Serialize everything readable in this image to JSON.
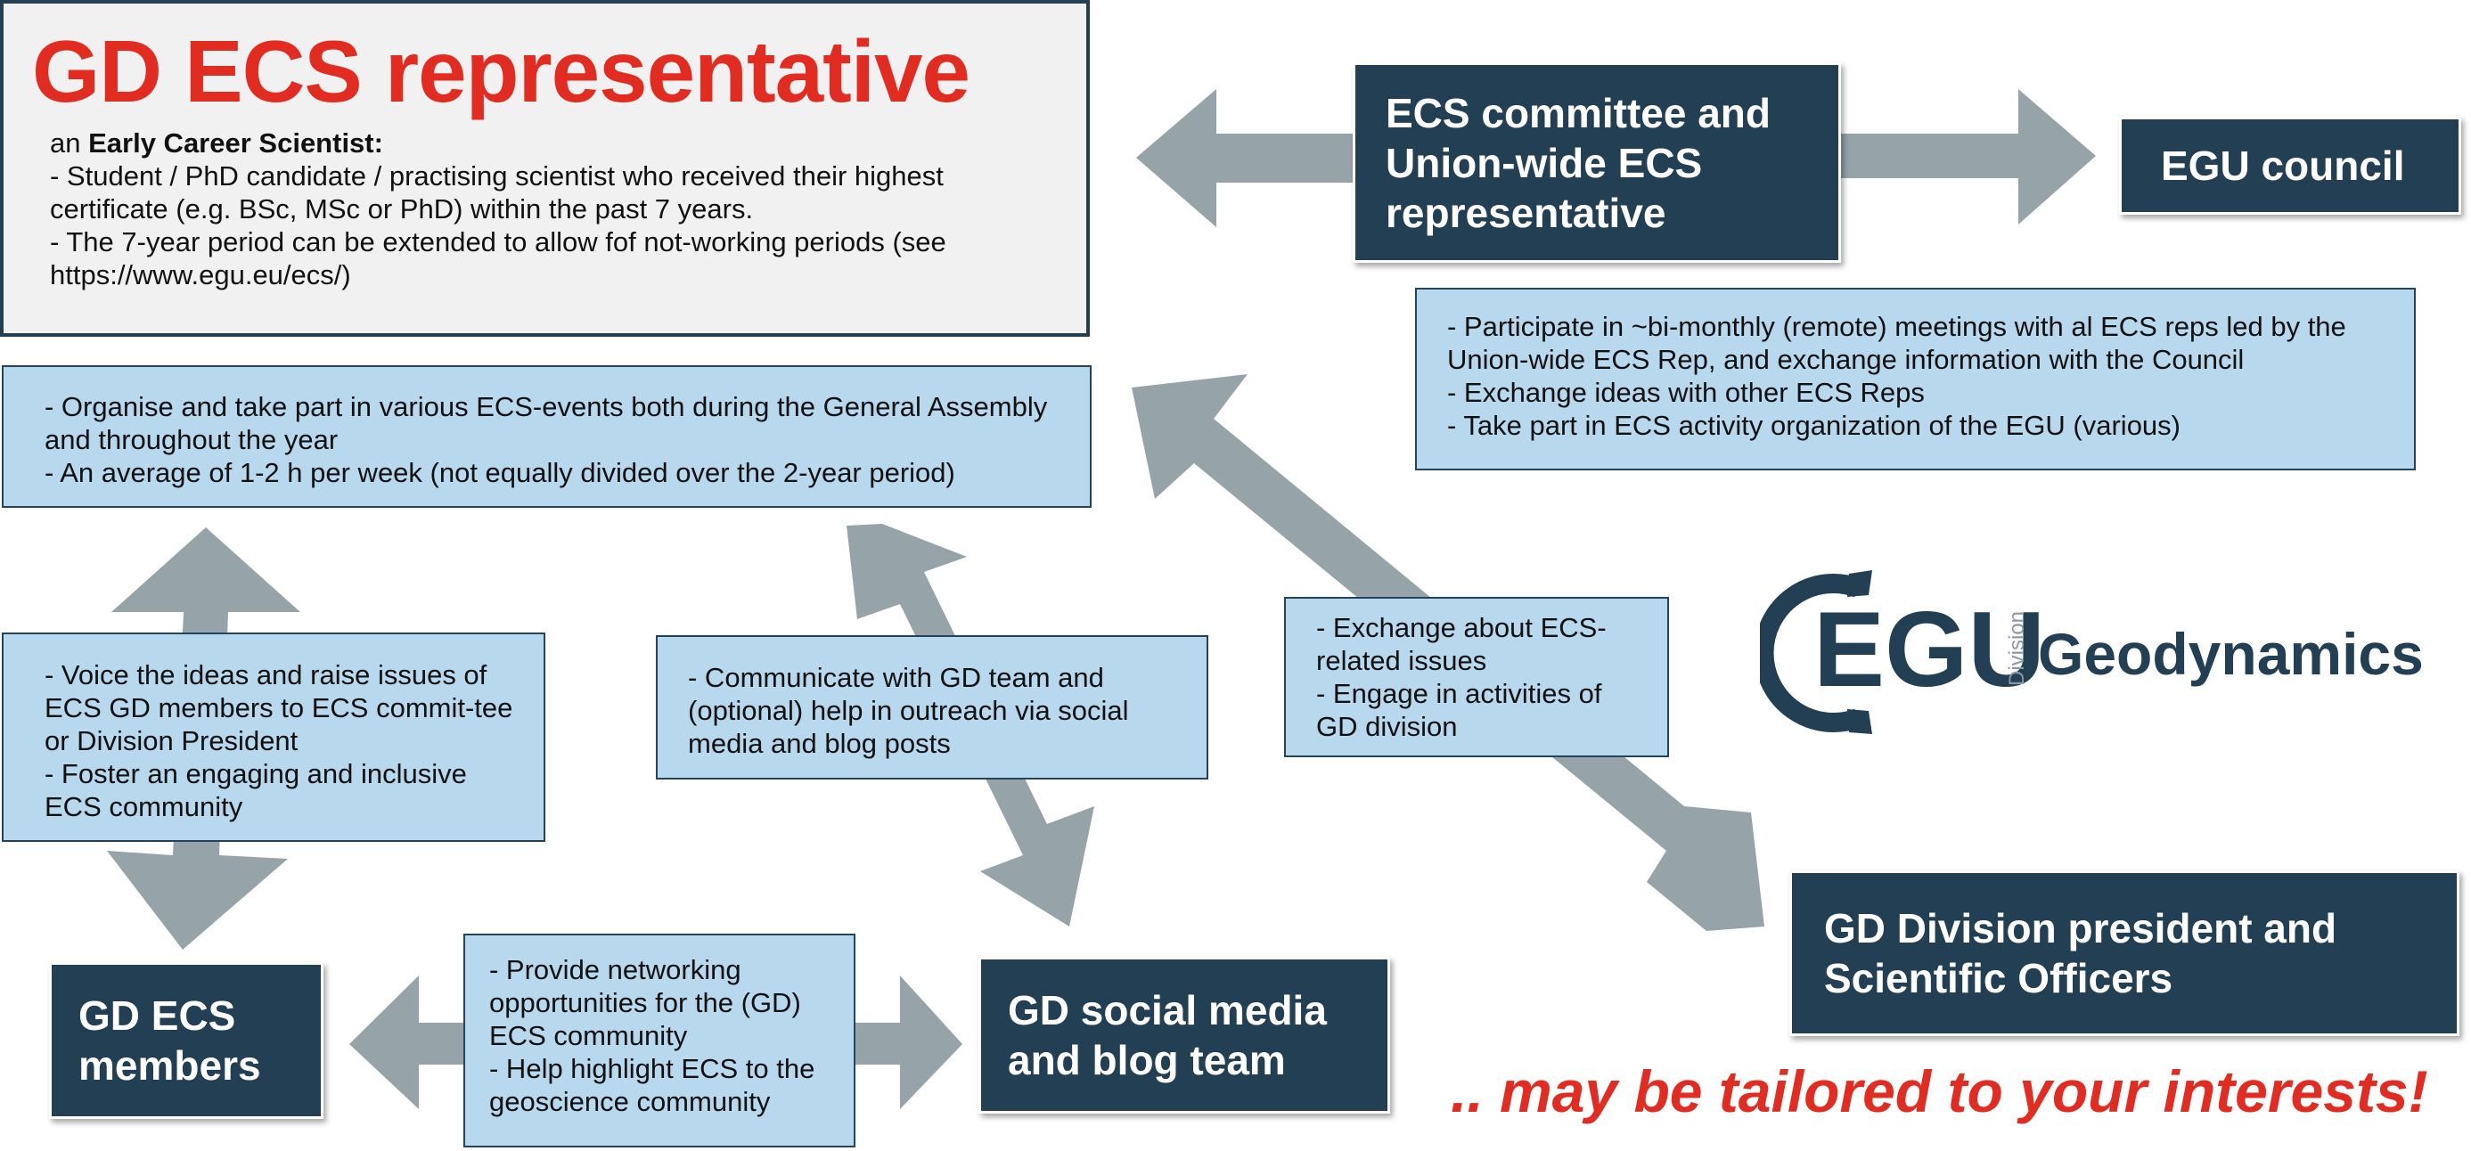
{
  "title": {
    "heading": "GD ECS representative",
    "definition_prefix": "an ",
    "definition_bold": "Early Career Scientist:",
    "bullets": [
      "- Student / PhD candidate / practising scientist who received their highest certificate (e.g. BSc, MSc or PhD) within the past 7 years.",
      "- The 7-year period can be extended to allow fof not-working periods (see https://www.egu.eu/ecs/)"
    ]
  },
  "nodes": {
    "ecs_committee": "ECS committee and\nUnion-wide ECS\nrepresentative",
    "egu_council": "EGU council",
    "gd_ecs_members": "GD ECS\nmembers",
    "social_media": "GD social media\nand blog team",
    "division_president": "GD Division president and\nScientific Officers"
  },
  "info": {
    "council_tasks": "- Participate in ~bi-monthly (remote) meetings with al ECS reps led by the Union-wide ECS Rep, and exchange information with the Council\n- Exchange ideas with other ECS Reps\n- Take part in ECS activity organization of the EGU (various)",
    "events": "- Organise and take part in various ECS-events both during the General Assembly and throughout the year\n- An average of 1-2 h per week (not equally divided over the 2-year period)",
    "voice": "- Voice the ideas and raise issues of ECS GD members to ECS commit-tee or Division President\n- Foster an engaging and inclusive ECS community",
    "communicate": "- Communicate with GD team and (optional) help in outreach via social media and blog posts",
    "exchange": "- Exchange about ECS-related issues\n- Engage in activities of GD division",
    "networking": "- Provide networking opportunities for the (GD) ECS community\n- Help highlight ECS to the geoscience community"
  },
  "logo": {
    "letters": "EGU",
    "side": "Division",
    "name": "Geodynamics"
  },
  "tagline": ".. may be tailored to your interests!",
  "colors": {
    "accent_red": "#e22b21",
    "dark_navy": "#233f54",
    "light_blue": "#b8d8ee",
    "arrow_gray": "#96a3a8"
  }
}
